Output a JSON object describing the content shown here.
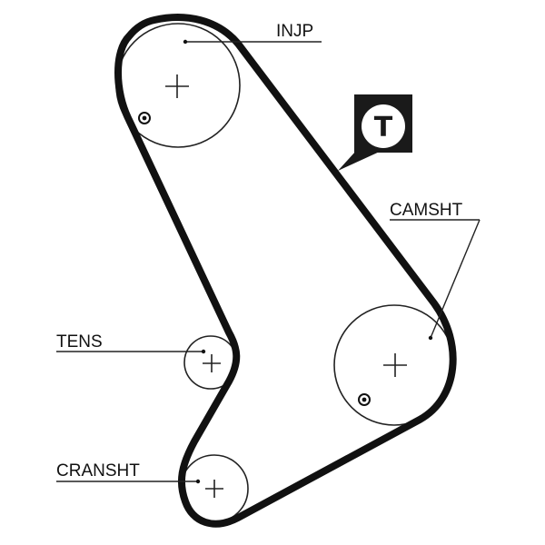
{
  "diagram": {
    "labels": {
      "injp": "INJP",
      "camsht": "CAMSHT",
      "tens": "TENS",
      "cransht": "CRANSHT"
    },
    "tensioner_badge": {
      "letter": "T"
    },
    "colors": {
      "belt": "#111111",
      "badge_fill": "#1a1a1a",
      "badge_letter": "#1a1a1a",
      "lines": "#222222"
    }
  }
}
